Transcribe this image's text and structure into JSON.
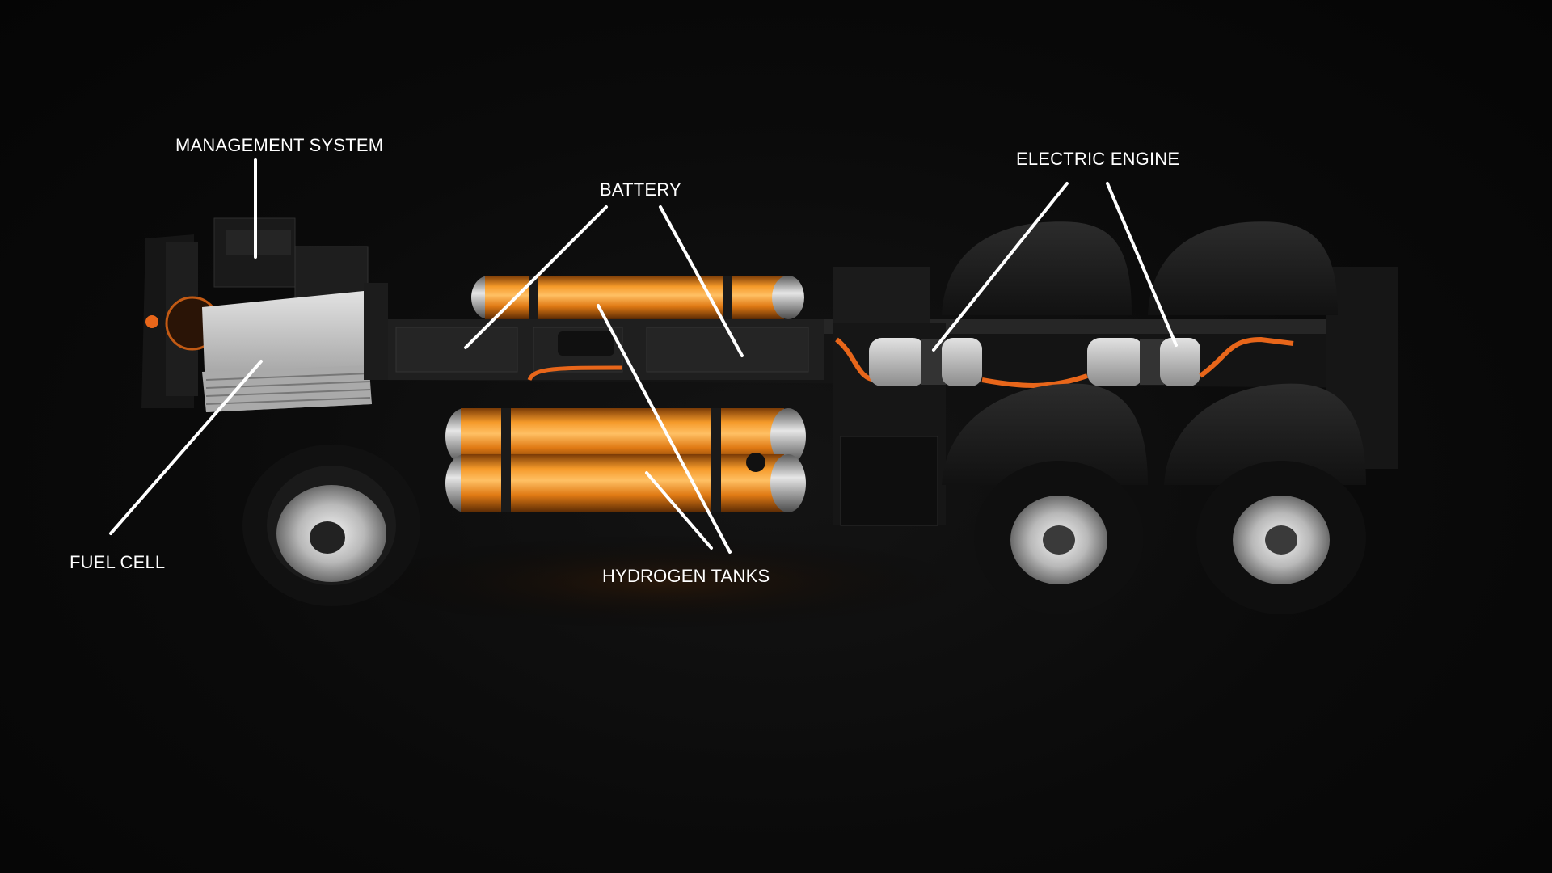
{
  "labels": {
    "management_system": "MANAGEMENT SYSTEM",
    "battery": "BATTERY",
    "electric_engine": "ELECTRIC ENGINE",
    "fuel_cell": "FUEL CELL",
    "hydrogen_tanks": "HYDROGEN TANKS"
  },
  "colors": {
    "background": "#070707",
    "tank_orange": "#f08a1c",
    "cable_orange": "#e8661a",
    "leader_line": "#ffffff",
    "label_text": "#ffffff",
    "aluminum": "#c9c9c9"
  }
}
